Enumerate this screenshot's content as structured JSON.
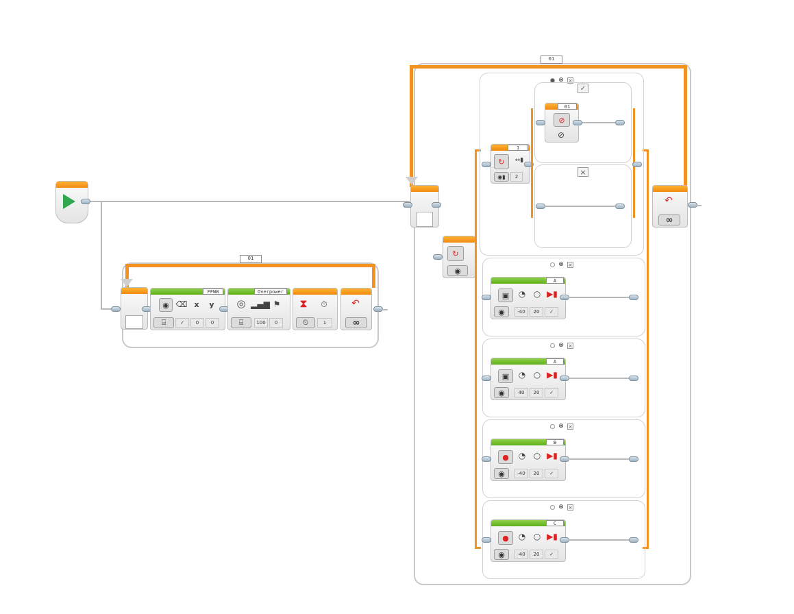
{
  "canvas": {
    "background": "#ffffff",
    "accent_orange": "#f29222",
    "accent_green": "#6bbd27",
    "wire_gray": "#b8b8b8"
  },
  "start_block": {
    "icon": "play-icon",
    "color": "#2fa84f"
  },
  "left_loop": {
    "label": "01",
    "display_block": {
      "text": "FFWW",
      "params": [
        "0",
        "0"
      ],
      "param_icons": [
        "eraser-icon",
        "x",
        "y"
      ]
    },
    "sound_block": {
      "text": "Overpower",
      "params": [
        "100",
        "0"
      ]
    },
    "wait_block": {
      "params": [
        "1"
      ]
    },
    "loop_end": {
      "mode_icon": "infinity-icon",
      "mode_text": "∞"
    }
  },
  "right_loop": {
    "label": "01",
    "loop_end": {
      "mode_text": "∞"
    },
    "switch_counter": {
      "label": "1",
      "value": "2"
    },
    "inner_loop_label": "01",
    "motors": [
      {
        "port": "A",
        "params": [
          "-40",
          "20"
        ]
      },
      {
        "port": "A",
        "params": [
          "40",
          "20"
        ]
      },
      {
        "port": "B",
        "params": [
          "-40",
          "20"
        ]
      },
      {
        "port": "C",
        "params": [
          "-40",
          "20"
        ]
      }
    ]
  }
}
